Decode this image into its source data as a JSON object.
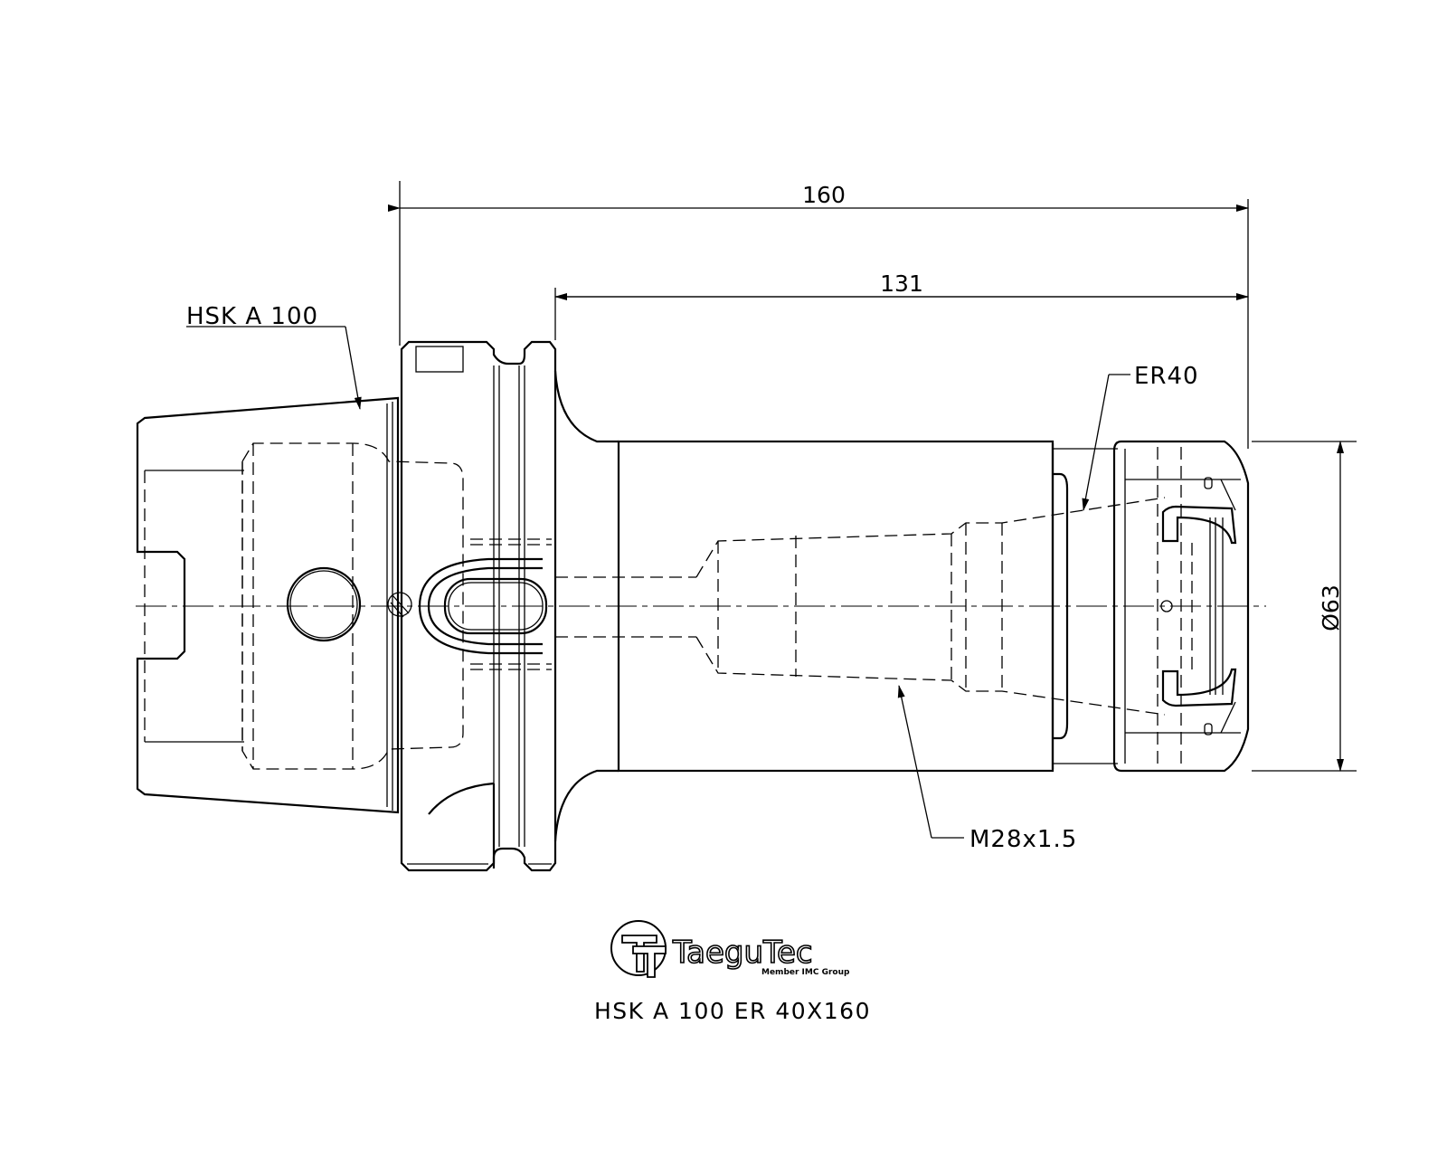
{
  "dimensions": {
    "overall_length": "160",
    "gauge_length": "131",
    "diameter": "Ø63"
  },
  "callouts": {
    "shank": "HSK A 100",
    "collet": "ER40",
    "thread": "M28x1.5"
  },
  "logo": {
    "brand": "TaeguTec",
    "tagline": "Member IMC Group"
  },
  "title": "HSK A 100 ER 40X160"
}
